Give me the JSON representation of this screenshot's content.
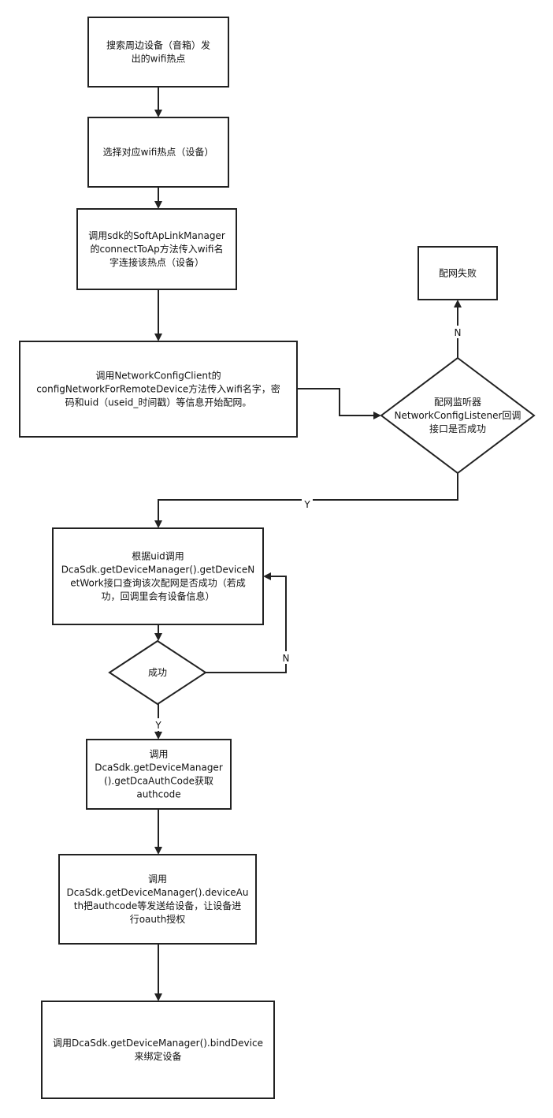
{
  "nodes": {
    "search_hotspot": {
      "lines": [
        "搜索周边设备（音箱）发",
        "出的wifi热点"
      ]
    },
    "select_hotspot": {
      "lines": [
        "选择对应wifi热点（设备）"
      ]
    },
    "connect_ap": {
      "lines": [
        "调用sdk的SoftApLinkManager",
        "的connectToAp方法传入wifi名",
        "字连接该热点（设备）"
      ]
    },
    "config_network": {
      "lines": [
        "调用NetworkConfigClient的",
        "configNetworkForRemoteDevice方法传入wifi名字，密",
        "码和uid（useid_时间戳）等信息开始配网。"
      ]
    },
    "listener_decision": {
      "lines": [
        "配网监听器",
        "NetworkConfigListener回调",
        "接口是否成功"
      ]
    },
    "config_failed": {
      "lines": [
        "配网失败"
      ]
    },
    "query_network": {
      "lines": [
        "根据uid调用",
        "DcaSdk.getDeviceManager().getDeviceN",
        "etWork接口查询该次配网是否成功（若成",
        "功，回调里会有设备信息）"
      ]
    },
    "success_decision": {
      "lines": [
        "成功"
      ]
    },
    "get_authcode": {
      "lines": [
        "调用",
        "DcaSdk.getDeviceManager",
        "().getDcaAuthCode获取",
        "authcode"
      ]
    },
    "device_auth": {
      "lines": [
        "调用",
        "DcaSdk.getDeviceManager().deviceAu",
        "th把authcode等发送给设备，让设备进",
        "行oauth授权"
      ]
    },
    "bind_device": {
      "lines": [
        "调用DcaSdk.getDeviceManager().bindDevice",
        "来绑定设备"
      ]
    }
  },
  "edges": [
    {
      "id": "e1",
      "from": "search_hotspot",
      "to": "select_hotspot",
      "label": ""
    },
    {
      "id": "e2",
      "from": "select_hotspot",
      "to": "connect_ap",
      "label": ""
    },
    {
      "id": "e3",
      "from": "connect_ap",
      "to": "config_network",
      "label": ""
    },
    {
      "id": "e4",
      "from": "config_network",
      "to": "listener_decision",
      "label": ""
    },
    {
      "id": "e5",
      "from": "listener_decision",
      "to": "config_failed",
      "label": "N"
    },
    {
      "id": "e6",
      "from": "listener_decision",
      "to": "query_network",
      "label": "Y"
    },
    {
      "id": "e7",
      "from": "query_network",
      "to": "success_decision",
      "label": ""
    },
    {
      "id": "e8",
      "from": "success_decision",
      "to": "query_network",
      "label": "N"
    },
    {
      "id": "e9",
      "from": "success_decision",
      "to": "get_authcode",
      "label": "Y"
    },
    {
      "id": "e10",
      "from": "get_authcode",
      "to": "device_auth",
      "label": ""
    },
    {
      "id": "e11",
      "from": "device_auth",
      "to": "bind_device",
      "label": ""
    }
  ]
}
